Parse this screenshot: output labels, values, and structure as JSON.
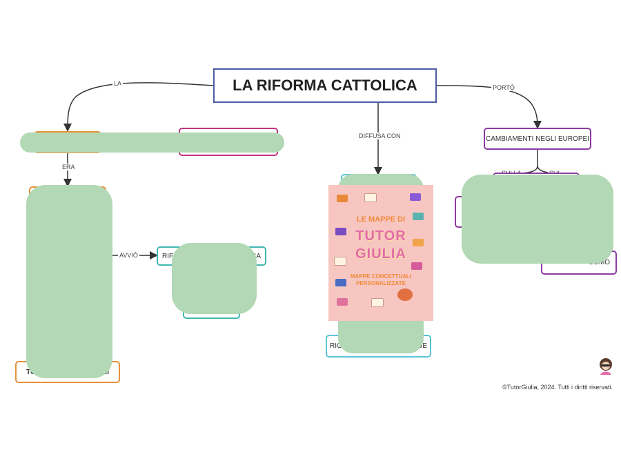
{
  "title": "LA RIFORMA CATTOLICA",
  "edges": {
    "la": "LA",
    "porto": "PORTÒ",
    "diffusa_con": "DIFFUSA CON",
    "era": "ERA",
    "avvio": "AVVIÒ",
    "sulla": "SULLA",
    "sul": "SUL"
  },
  "nodes": {
    "cambiamenti": "CAMBIAMENTI NEGLI EUROPEI",
    "rifo_partial": "RIFO",
    "sa_partial": "SA",
    "rigor_partial": "RIGO",
    "ede_partial": "EDE",
    "tu_partial": "TU",
    "ei_partial": "EI",
    "uomo_partial": "UOMO"
  },
  "poster": {
    "line1": "LE MAPPE DI",
    "line2": "TUTOR",
    "line3": "GIULIA",
    "line4": "MAPPE CONCETTUALI",
    "line5": "PERSONALIZZATE"
  },
  "copyright": "©TutorGiulia, 2024. Tutti i diritti riservati.",
  "colors": {
    "title_border": "#4d5aa6",
    "orange": "#e8913a",
    "magenta": "#c2337f",
    "purple": "#8e3aa3",
    "teal": "#3fb7b0",
    "cyan": "#5bc4d6",
    "redaction": "#b2d8b5"
  }
}
